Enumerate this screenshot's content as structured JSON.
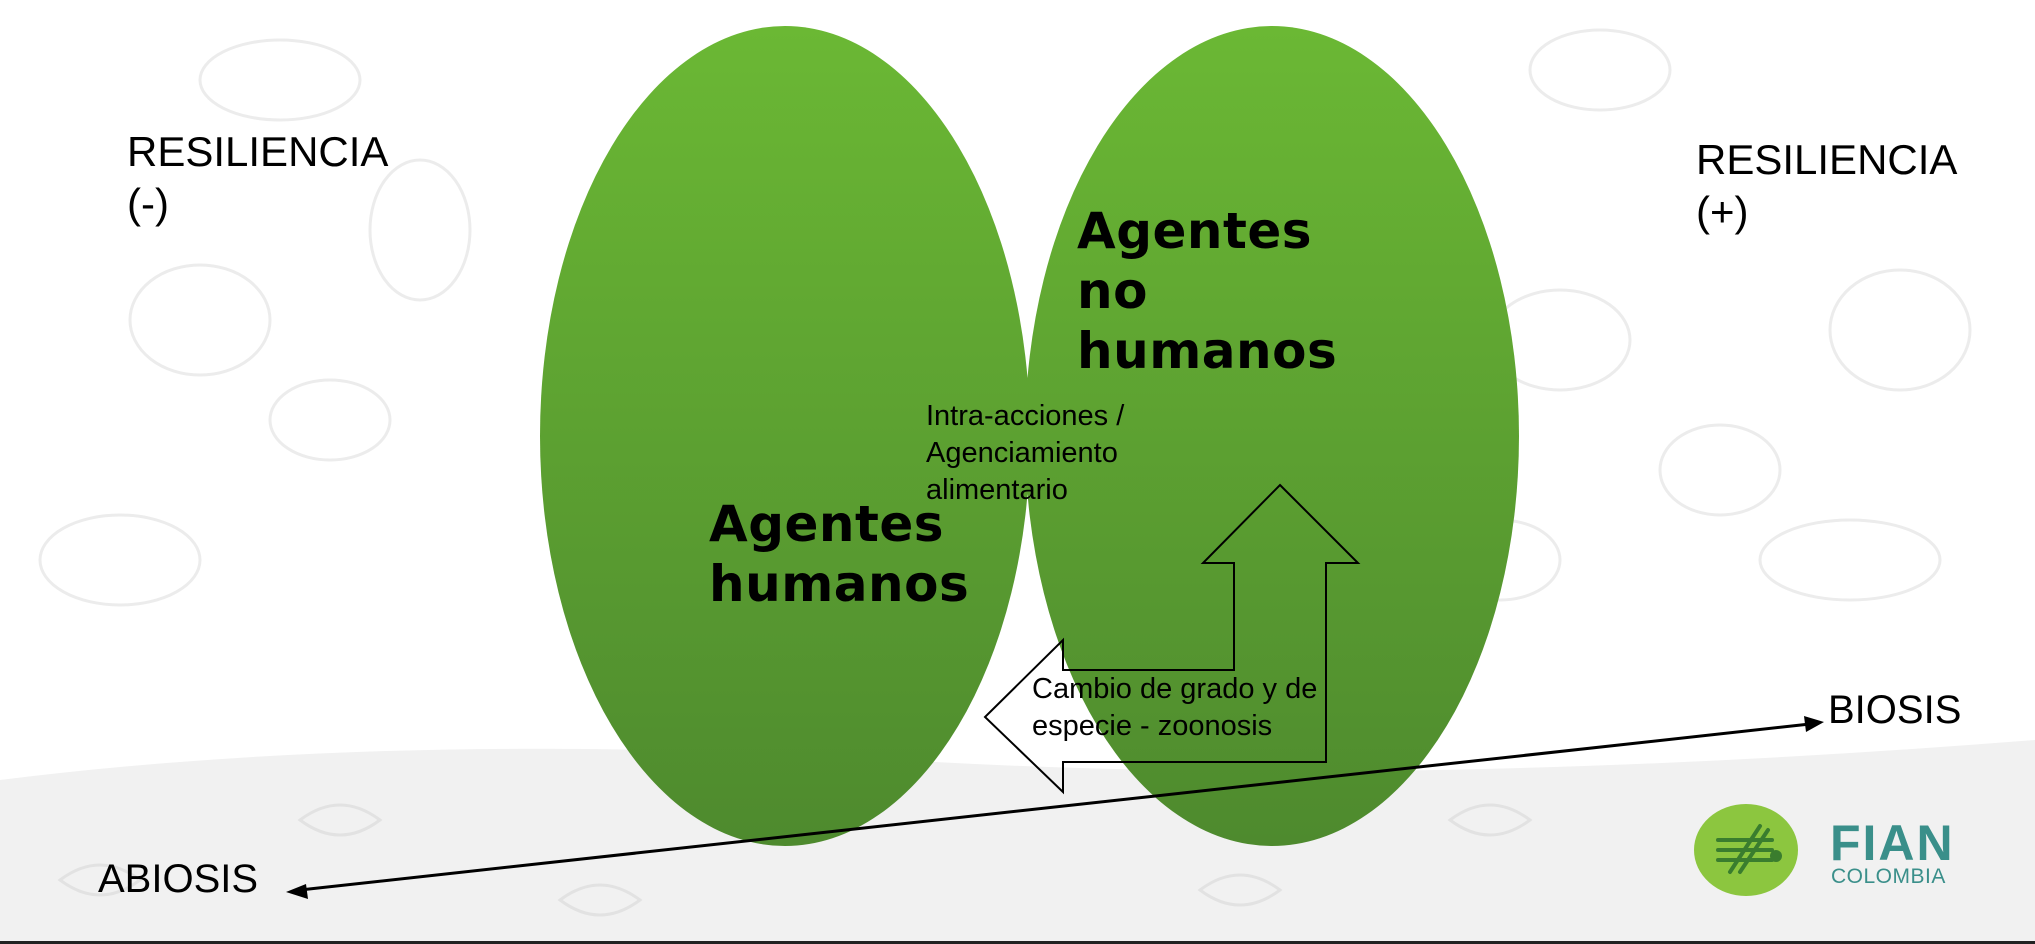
{
  "labels": {
    "resiliencia_left": [
      "RESILIENCIA",
      "(-)"
    ],
    "resiliencia_right": [
      "RESILIENCIA",
      "(+)"
    ],
    "agentes_no_humanos": [
      "Agentes",
      "no",
      "humanos"
    ],
    "agentes_humanos": [
      "Agentes",
      "humanos"
    ],
    "intra_acciones": [
      "Intra-acciones /",
      "Agenciamiento",
      "alimentario"
    ],
    "cambio": [
      "Cambio de grado y de",
      "especie - zoonosis"
    ],
    "biosis": "BIOSIS",
    "abiosis": "ABIOSIS"
  },
  "logo": {
    "name": "FIAN",
    "subtitle": "COLOMBIA",
    "icon": "fian-emblem-icon"
  },
  "colors": {
    "ellipse_green_top": "#69b533",
    "ellipse_green_bottom": "#4f8a2f",
    "logo_green": "#8cc63f",
    "logo_teal": "#3a8f8a"
  }
}
